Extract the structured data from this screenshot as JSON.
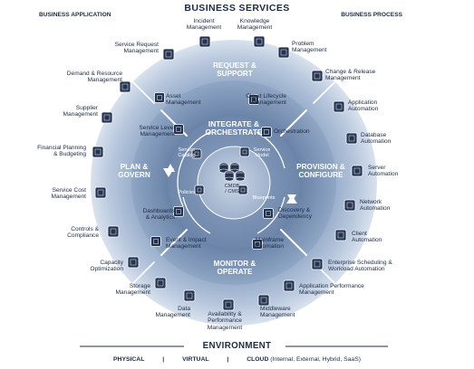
{
  "header": {
    "title": "BUSINESS SERVICES",
    "left": "BUSINESS APPLICATION",
    "right": "BUSINESS PROCESS"
  },
  "segments": {
    "request": [
      "REQUEST &",
      "SUPPORT"
    ],
    "provision": [
      "PROVISION &",
      "CONFIGURE"
    ],
    "monitor": [
      "MONITOR &",
      "OPERATE"
    ],
    "plan": [
      "PLAN &",
      "GOVERN"
    ],
    "center": [
      "INTEGRATE &",
      "ORCHESTRATE"
    ]
  },
  "outer_items": [
    {
      "id": "incident",
      "lines": [
        "Incident",
        "Management"
      ],
      "icon": "laptop-icon"
    },
    {
      "id": "knowledge",
      "lines": [
        "Knowledge",
        "Management"
      ],
      "icon": "lightbulb-icon"
    },
    {
      "id": "problem",
      "lines": [
        "Problem",
        "Management"
      ],
      "icon": "document-icon"
    },
    {
      "id": "change-release",
      "lines": [
        "Change & Release",
        "Management"
      ],
      "icon": "cycle-icon"
    },
    {
      "id": "app-automation",
      "lines": [
        "Application",
        "Automation"
      ],
      "icon": "app-window-icon"
    },
    {
      "id": "db-automation",
      "lines": [
        "Database",
        "Automation"
      ],
      "icon": "database-icon"
    },
    {
      "id": "server-automation",
      "lines": [
        "Server",
        "Automation"
      ],
      "icon": "server-icon"
    },
    {
      "id": "network-automation",
      "lines": [
        "Network",
        "Automation"
      ],
      "icon": "network-icon"
    },
    {
      "id": "client-automation",
      "lines": [
        "Client",
        "Automation"
      ],
      "icon": "monitor-icon"
    },
    {
      "id": "enterprise-scheduling",
      "lines": [
        "Enterprise Scheduling &",
        "Workload Automation"
      ],
      "icon": "globe-icon"
    },
    {
      "id": "apm",
      "lines": [
        "Application Performance",
        "Management"
      ],
      "icon": "app-window-icon"
    },
    {
      "id": "middleware",
      "lines": [
        "Middleware",
        "Management"
      ],
      "icon": "middleware-icon"
    },
    {
      "id": "availability",
      "lines": [
        "Availability &",
        "Performance",
        "Management"
      ],
      "icon": "gauge-icon"
    },
    {
      "id": "data-mgmt",
      "lines": [
        "Data",
        "Management"
      ],
      "icon": "database-icon"
    },
    {
      "id": "storage-mgmt",
      "lines": [
        "Storage",
        "Management"
      ],
      "icon": "storage-icon"
    },
    {
      "id": "capacity",
      "lines": [
        "Capacity",
        "Optimization"
      ],
      "icon": "chart-icon"
    },
    {
      "id": "controls",
      "lines": [
        "Controls &",
        "Compliance"
      ],
      "icon": "checklist-icon"
    },
    {
      "id": "service-cost",
      "lines": [
        "Service Cost",
        "Management"
      ],
      "icon": "dollar-icon"
    },
    {
      "id": "financial",
      "lines": [
        "Financial Planning",
        "& Budgeting"
      ],
      "icon": "spreadsheet-icon"
    },
    {
      "id": "supplier",
      "lines": [
        "Supplier",
        "Management"
      ],
      "icon": "building-icon"
    },
    {
      "id": "demand",
      "lines": [
        "Demand & Resource",
        "Management"
      ],
      "icon": "funnel-icon"
    },
    {
      "id": "service-request",
      "lines": [
        "Service Request",
        "Management"
      ],
      "icon": "cart-icon"
    }
  ],
  "middle_items": [
    {
      "id": "asset",
      "lines": [
        "Asset",
        "Management"
      ],
      "icon": "asset-icon"
    },
    {
      "id": "cloud-lifecycle",
      "lines": [
        "Cloud Lifecycle",
        "Management"
      ],
      "icon": "cloud-icon"
    },
    {
      "id": "orchestration",
      "lines": [
        "Orchestration"
      ],
      "icon": "orchestration-icon"
    },
    {
      "id": "discovery",
      "lines": [
        "Discovery &",
        "Dependency"
      ],
      "icon": "magnifier-icon"
    },
    {
      "id": "mainframe",
      "lines": [
        "Mainframe",
        "Automation"
      ],
      "icon": "mainframe-icon"
    },
    {
      "id": "event-impact",
      "lines": [
        "Event & Impact",
        "Management"
      ],
      "icon": "alert-icon"
    },
    {
      "id": "dashboards",
      "lines": [
        "Dashboards",
        "& Analytics"
      ],
      "icon": "dashboard-icon"
    },
    {
      "id": "service-level",
      "lines": [
        "Service Level",
        "Management"
      ],
      "icon": "sla-icon"
    }
  ],
  "inner_items": [
    {
      "id": "service-catalog",
      "lines": [
        "Service",
        "Catalog"
      ],
      "icon": "catalog-icon"
    },
    {
      "id": "service-model",
      "lines": [
        "Service",
        "Model"
      ],
      "icon": "model-icon"
    },
    {
      "id": "policies",
      "lines": [
        "Policies"
      ],
      "icon": "policy-icon"
    },
    {
      "id": "blueprints",
      "lines": [
        "Blueprints"
      ],
      "icon": "blueprint-icon"
    },
    {
      "id": "cmdb",
      "lines": [
        "CMDB",
        "/ CMS"
      ],
      "icon": "cmdb-icon"
    }
  ],
  "footer": {
    "title": "ENVIRONMENT",
    "physical": "PHYSICAL",
    "sep1": "|",
    "virtual": "VIRTUAL",
    "sep2": "|",
    "cloud": "CLOUD",
    "cloud_detail": "(Internal, External, Hybrid, SaaS)"
  },
  "colors": {
    "navy": "#1d2b45",
    "ring_outer": "#a9bbd3",
    "ring_mid": "#7f98b8",
    "ring_inner": "#5f7aa0",
    "core": "#7c93b3",
    "icon_dark": "#25334f",
    "divider": "#ffffff"
  }
}
